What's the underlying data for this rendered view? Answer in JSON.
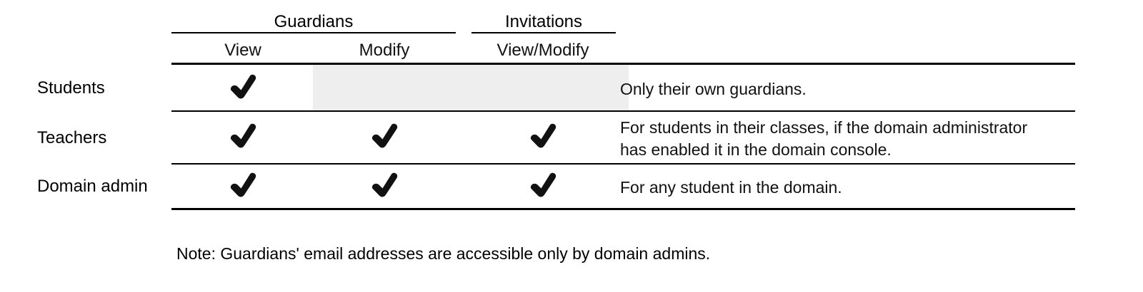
{
  "table": {
    "column_groups": [
      {
        "label": "Guardians"
      },
      {
        "label": "Invitations"
      }
    ],
    "columns": [
      {
        "label": "View"
      },
      {
        "label": "Modify"
      },
      {
        "label": "View/Modify"
      },
      {
        "label": ""
      }
    ],
    "rows": [
      {
        "role": "Students",
        "guardians_view": "check",
        "guardians_modify": "shaded",
        "invitations_view_modify": "shaded",
        "notes": "Only their own guardians."
      },
      {
        "role": "Teachers",
        "guardians_view": "check",
        "guardians_modify": "check",
        "invitations_view_modify": "check",
        "notes_line1": "For students in their classes, if the domain administrator",
        "notes_line2": "has enabled it in the domain console."
      },
      {
        "role": "Domain admin",
        "guardians_view": "check",
        "guardians_modify": "check",
        "invitations_view_modify": "check",
        "notes": "For any student in the domain."
      }
    ]
  },
  "footnote": "Note: Guardians' email addresses are accessible only by domain admins.",
  "icons": {
    "check": "heavy-check-mark"
  },
  "colors": {
    "rule": "#000000",
    "shaded_cell": "#eeeeee",
    "text": "#111111",
    "background": "#ffffff"
  }
}
